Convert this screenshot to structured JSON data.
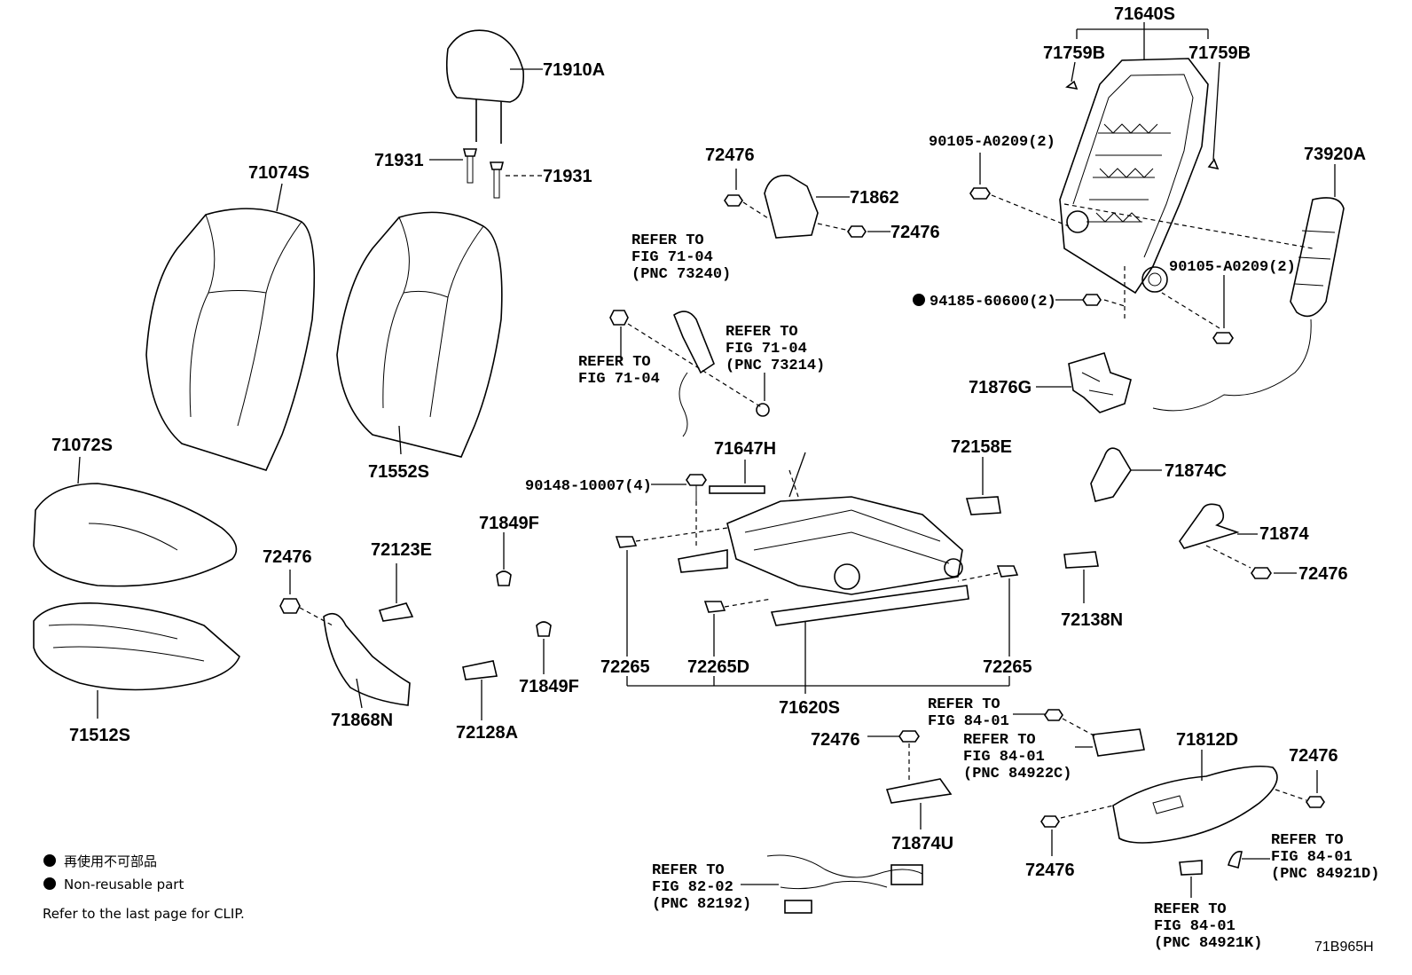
{
  "figure_code": "71B965H",
  "legend": {
    "symbol": "●",
    "text_jp": "再使用不可部品",
    "text_en": "Non-reusable part",
    "clip_note": "Refer to the last page for CLIP."
  },
  "parts": {
    "p71640S": "71640S",
    "p71759B_left": "71759B",
    "p71759B_right": "71759B",
    "p90105_upper": "90105-A0209(2)",
    "p90105_lower": "90105-A0209(2)",
    "p94185": "94185-60600(2)",
    "p73920A": "73920A",
    "p71876G": "71876G",
    "p71910A": "71910A",
    "p71931_left": "71931",
    "p71931_right": "71931",
    "p71074S": "71074S",
    "p71552S": "71552S",
    "p71072S": "71072S",
    "p71512S": "71512S",
    "p72476_a": "72476",
    "p72476_b": "72476",
    "p72476_c": "72476",
    "p72476_d": "72476",
    "p72476_e": "72476",
    "p72476_f": "72476",
    "p72476_g": "72476",
    "p71862": "71862",
    "p71647H": "71647H",
    "p90148": "90148-10007(4)",
    "p72158E": "72158E",
    "p71874C": "71874C",
    "p71874": "71874",
    "p72138N": "72138N",
    "p72123E": "72123E",
    "p71849F_upper": "71849F",
    "p71849F_lower": "71849F",
    "p71868N": "71868N",
    "p72128A": "72128A",
    "p72265_left": "72265",
    "p72265D": "72265D",
    "p72265_right": "72265",
    "p71620S": "71620S",
    "p71874U": "71874U",
    "p71812D": "71812D"
  },
  "references": {
    "ref_73240": [
      "REFER TO",
      "FIG 71-04",
      "(PNC 73240)"
    ],
    "ref_fig7104": [
      "REFER TO",
      "FIG 71-04"
    ],
    "ref_73214": [
      "REFER TO",
      "FIG 71-04",
      "(PNC 73214)"
    ],
    "ref_fig8401": [
      "REFER TO",
      "FIG 84-01"
    ],
    "ref_84922C": [
      "REFER TO",
      "FIG 84-01",
      "(PNC 84922C)"
    ],
    "ref_82192": [
      "REFER TO",
      "FIG 82-02",
      "(PNC 82192)"
    ],
    "ref_84921D": [
      "REFER TO",
      "FIG 84-01",
      "(PNC 84921D)"
    ],
    "ref_84921K": [
      "REFER TO",
      "FIG 84-01",
      "(PNC 84921K)"
    ]
  }
}
